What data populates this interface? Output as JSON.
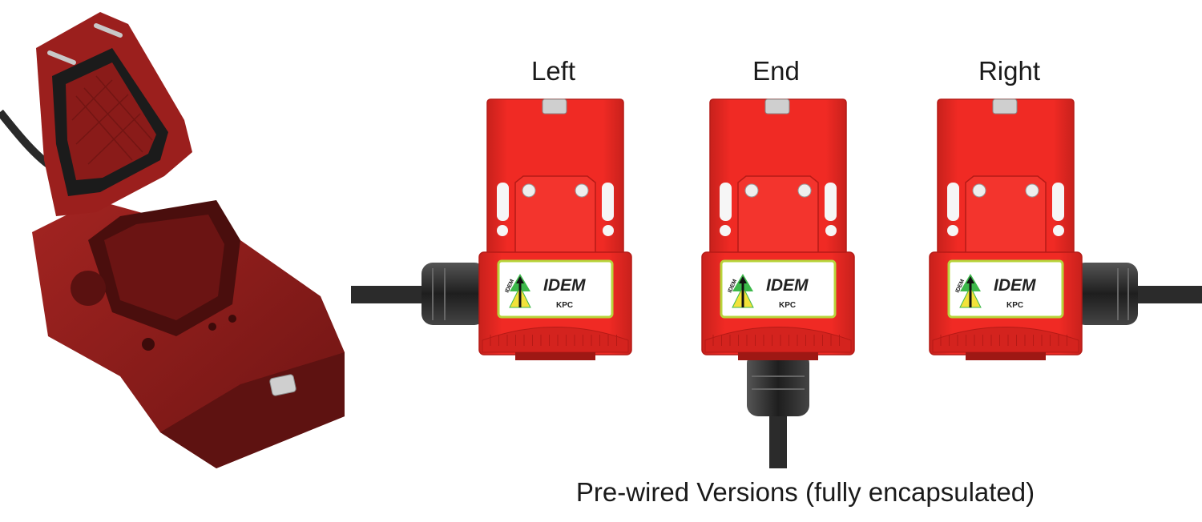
{
  "variants": [
    {
      "label": "Left",
      "cable": "left"
    },
    {
      "label": "End",
      "cable": "bottom"
    },
    {
      "label": "Right",
      "cable": "right"
    }
  ],
  "brand": "IDEM",
  "logo_mark": "IDEM",
  "model": "KPC",
  "caption": "Pre-wired Versions (fully encapsulated)",
  "colors": {
    "body_red": "#ee2a24",
    "body_red_dark": "#b51a16",
    "photo_red": "#8e1d1b",
    "label_border": "#b8d43c",
    "cable": "#2b2b2b"
  }
}
